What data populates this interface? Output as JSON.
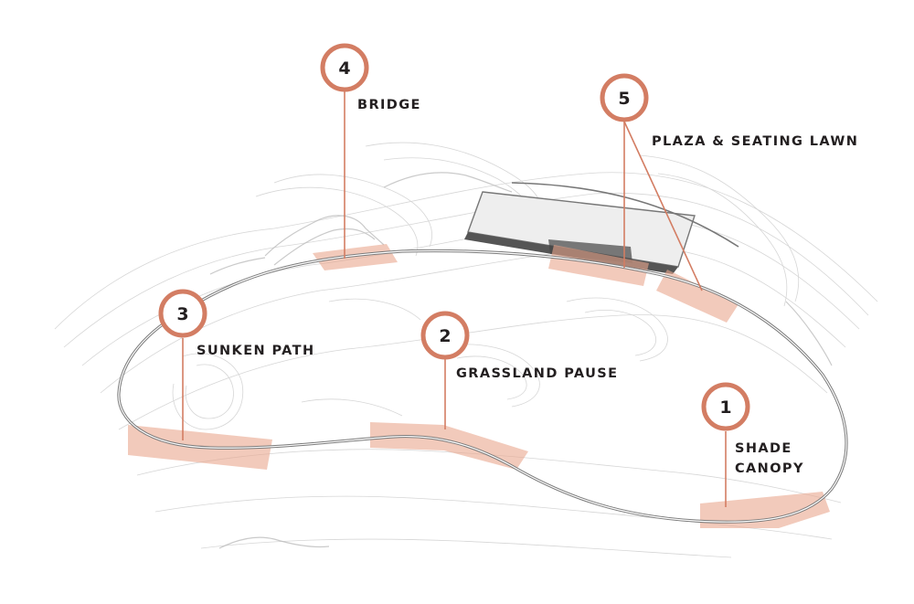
{
  "colors": {
    "accent": "#d37d63",
    "zone_fill": "#e9a78d",
    "path": "#8a8a8a",
    "text": "#231f20"
  },
  "markers": [
    {
      "number": "1",
      "label": "SHADE\nCANOPY"
    },
    {
      "number": "2",
      "label": "GRASSLAND PAUSE"
    },
    {
      "number": "3",
      "label": "SUNKEN PATH"
    },
    {
      "number": "4",
      "label": "BRIDGE"
    },
    {
      "number": "5",
      "label": "PLAZA & SEATING LAWN"
    }
  ]
}
